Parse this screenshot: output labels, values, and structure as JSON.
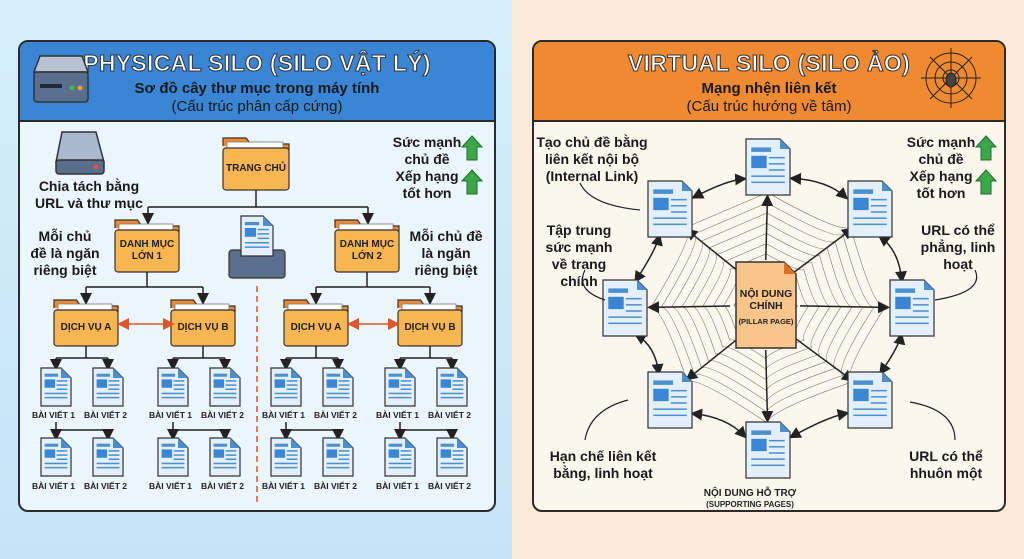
{
  "physical": {
    "title": "PHYSICAL SILO (SILO VẬT LÝ)",
    "subtitle": "Sơ đồ cây thư mục trong máy tính",
    "subtitle2": "(Cấu trúc phân cấp cứng)",
    "note_url": "Chia tách bằng URL và thư mục",
    "note_left": "Mỗi chủ đề là ngăn riêng biệt",
    "note_right": "Mỗi chủ đề là ngăn riêng biệt",
    "benefit1": "Sức mạnh chủ đề",
    "benefit2": "Xếp hạng tốt hơn",
    "home": "TRANG CHỦ",
    "cat1": "DANH MỤC LỚN 1",
    "cat2": "DANH MỤC LỚN 2",
    "svcA": "DỊCH VỤ A",
    "svcB": "DỊCH VỤ B",
    "post1": "BÀI VIẾT 1",
    "post2": "BÀI VIẾT 2"
  },
  "virtual": {
    "title": "VIRTUAL SILO (SILO ẢO)",
    "subtitle": "Mạng nhện liên kết",
    "subtitle2": "(Cấu trúc hướng về tâm)",
    "note_internal": "Tạo chủ đề bằng liên kết nội bộ (Internal Link)",
    "note_focus": "Tập trung sức mạnh về trang chính",
    "note_flat": "URL có thể phẳng, linh hoạt",
    "note_limit": "Hạn chế liên kết bằng, linh hoạt",
    "note_url": "URL có thể hhuôn một",
    "benefit1": "Sức mạnh chủ đề",
    "benefit2": "Xếp hạng tốt hơn",
    "pillar": "NỘI DUNG CHÍNH",
    "pillar_en": "(PILLAR PAGE)",
    "supporting": "NỘI DUNG HỖ TRỢ",
    "supporting_en": "(SUPPORTING PAGES)"
  },
  "colors": {
    "physical_header": "#3a86d4",
    "virtual_header": "#f08a32",
    "folder": "#f7b651",
    "arrow_up": "#3aa84a"
  }
}
